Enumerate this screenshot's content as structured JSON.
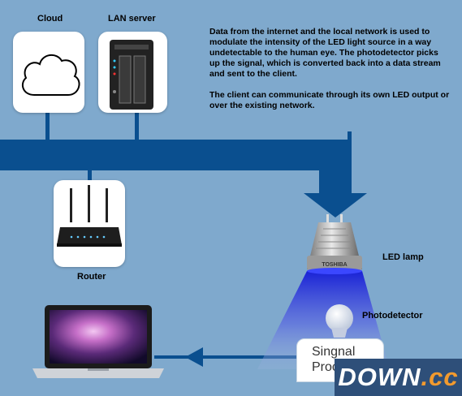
{
  "labels": {
    "cloud": "Cloud",
    "lan_server": "LAN server",
    "router": "Router",
    "led_lamp": "LED lamp",
    "photodetector": "Photodetector"
  },
  "description": {
    "paragraph1": "Data from the internet and the local network is used to modulate the intensity of the LED light source in a way undetectable to the human eye. The photodetector picks up the signal, which is converted back into a data stream and sent to the client.",
    "paragraph2": "The client can communicate through its own LED output or over the existing network."
  },
  "signal_box": {
    "line1": "Singnal",
    "line2": "Proce"
  },
  "lamp_brand": "TOSHIBA",
  "watermark": {
    "text": "DOWN",
    "suffix": ".cc"
  },
  "colors": {
    "background": "#7fa9cd",
    "data_path": "#0a4f8f",
    "light_beam": "#2434d8",
    "watermark_bg": "#2e4f79",
    "watermark_accent": "#f29a2e"
  },
  "icons": [
    "cloud-icon",
    "nas-server-icon",
    "wifi-router-icon",
    "led-lamp-icon",
    "photodetector-bulb-icon",
    "laptop-icon",
    "arrow-down-icon",
    "arrow-left-icon"
  ]
}
